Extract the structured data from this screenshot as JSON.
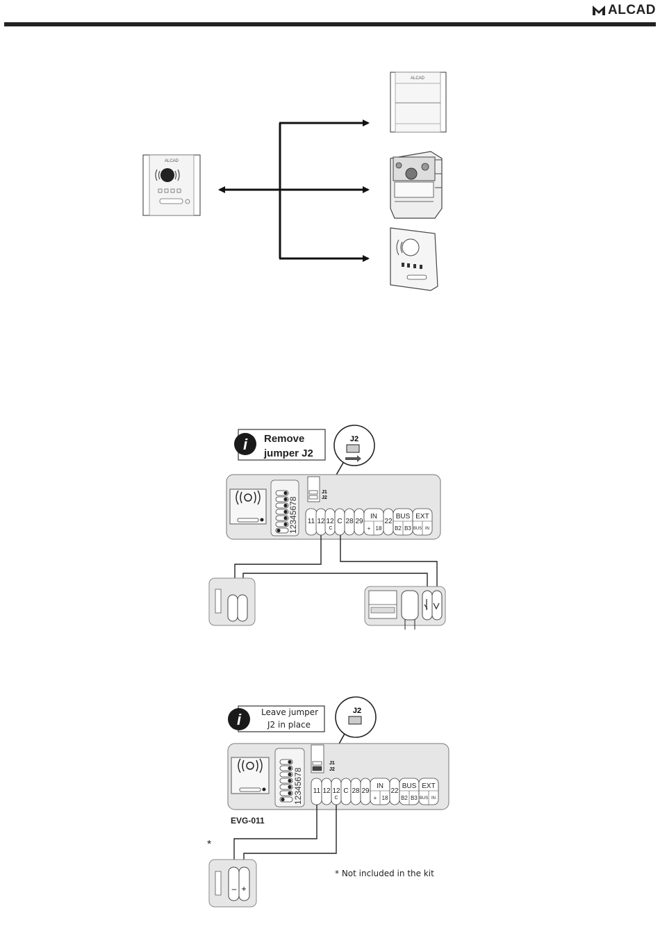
{
  "header": {
    "brand": "ALCAD"
  },
  "top_diagram": {
    "panel_brand": "ALCAD",
    "module_brand": "ALCAD"
  },
  "diagram1": {
    "note": [
      "Remove",
      "jumper J2"
    ],
    "jumper_label": "J2",
    "jumper_j1": "J1",
    "jumper_j2": "J2",
    "dip_numbers": "12345678",
    "terminals": [
      "11",
      "12",
      "12",
      "C",
      "28",
      "29",
      "IN",
      "22",
      "BUS",
      "EXT"
    ],
    "terminal_sub_12": "C",
    "in_sub": [
      "+",
      "18"
    ],
    "bus_sub": [
      "B2",
      "B3"
    ],
    "ext_sub": [
      "BUS",
      "IN"
    ]
  },
  "diagram2": {
    "note": [
      "Leave jumper",
      "J2 in place"
    ],
    "jumper_label": "J2",
    "jumper_j1": "J1",
    "jumper_j2": "J2",
    "dip_numbers": "12345678",
    "terminals": [
      "11",
      "12",
      "12",
      "C",
      "28",
      "29",
      "IN",
      "22",
      "BUS",
      "EXT"
    ],
    "terminal_sub_12": "C",
    "in_sub": [
      "+",
      "18"
    ],
    "bus_sub": [
      "B2",
      "B3"
    ],
    "ext_sub": [
      "BUS",
      "IN"
    ],
    "model": "EVG-011",
    "asterisk": "*",
    "lock_minus": "–",
    "lock_plus": "+",
    "footnote": "* Not included in the kit"
  }
}
